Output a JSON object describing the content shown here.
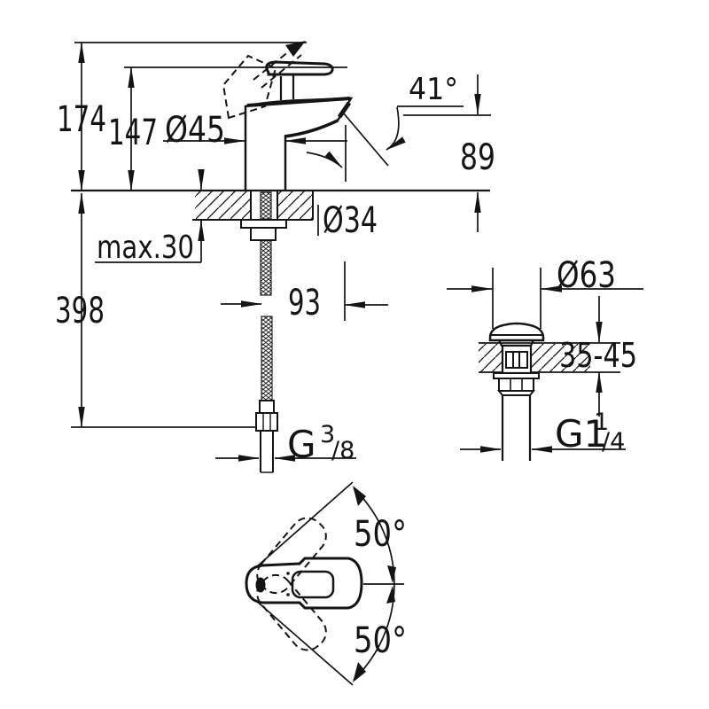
{
  "front_view": {
    "dimensions": {
      "overall_height_mm": "174",
      "handle_height_mm": "147",
      "body_diameter": "Ø45",
      "flow_angle": "41°",
      "spout_outlet_height_mm": "89",
      "max_mounting_thickness": "max.30",
      "mounting_hole_diameter": "Ø34",
      "hose_length_mm": "398",
      "spout_reach_mm": "93",
      "supply_thread": {
        "prefix": "G",
        "numerator": "3",
        "denominator": "/8"
      }
    }
  },
  "drain_view": {
    "dimensions": {
      "flange_diameter": "Ø63",
      "deck_thickness_range_mm": "35-45",
      "waste_thread": {
        "prefix": "G1",
        "numerator": "1",
        "denominator": "/4"
      }
    }
  },
  "top_view": {
    "dimensions": {
      "handle_swing_up": "50°",
      "handle_swing_down": "50°"
    }
  }
}
